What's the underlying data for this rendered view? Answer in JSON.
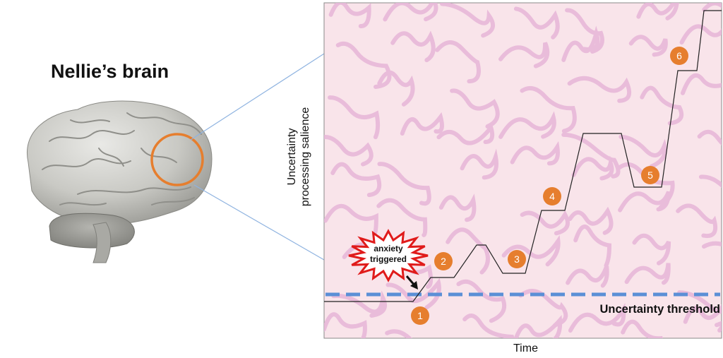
{
  "title": "Nellie’s brain",
  "chart": {
    "ylabel_line1": "Uncertainty",
    "ylabel_line2": "processing salience",
    "xlabel": "Time",
    "threshold_label": "Uncertainty threshold",
    "burst_line1": "anxiety",
    "burst_line2": "triggered",
    "markers": [
      "1",
      "2",
      "3",
      "4",
      "5",
      "6"
    ]
  },
  "colors": {
    "panel_background": "#f9e4ea",
    "folds": "#e7b6d8",
    "threshold": "#5b8fd6",
    "marker": "#e67e2e",
    "circle_highlight": "#e67e2e",
    "burst_stroke": "#e01b1b",
    "connector_lines": "#8fb3e0"
  }
}
